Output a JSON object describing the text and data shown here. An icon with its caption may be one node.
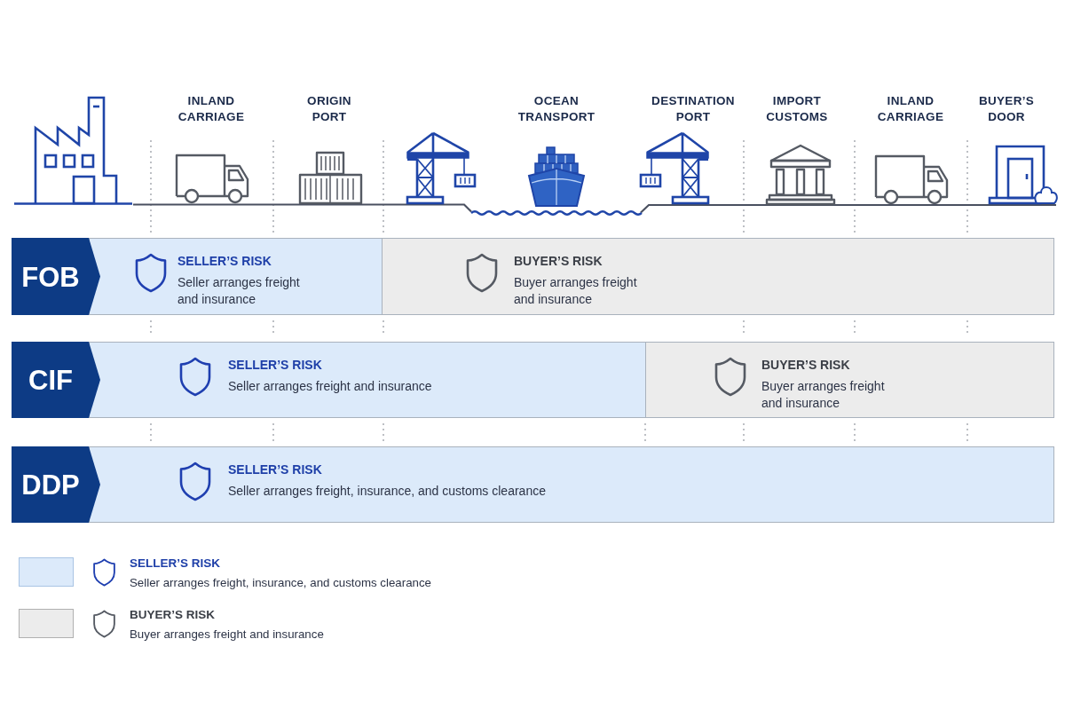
{
  "diagram": {
    "nodes": [
      {
        "text": [
          "FOB"
        ]
      },
      {
        "text": [
          "SELLER’S RISK",
          "Seller arranges freight and insurance"
        ]
      },
      {
        "text": [
          "BUYER’S RISK",
          "Buyer arranges freight and insurance"
        ]
      },
      {
        "text": [
          "CIF"
        ]
      },
      {
        "text": [
          "SELLER’S RISK",
          "Seller arranges freight and insurance"
        ]
      },
      {
        "text": [
          "BUYER’S RISK",
          "Buyer arranges freight and insurance"
        ]
      },
      {
        "text": [
          "DDP"
        ]
      },
      {
        "text": [
          "SELLER’S RISK",
          "Seller arranges freight, insurance, and customs clearance"
        ]
      }
    ],
    "labels": [
      "INLAND CARRIAGE",
      "ORIGIN PORT",
      "OCEAN TRANSPORT",
      "DESTINATION PORT",
      "IMPORT CUSTOMS",
      "INLAND CARRIAGE",
      "BUYER’S DOOR",
      "Seller arranges freight, insurance, and customs clearance",
      "Buyer arranges freight and insurance"
    ],
    "legend": [
      {
        "text": "SELLER’S RISK",
        "color": "#dceafa"
      },
      {
        "text": "BUYER’S RISK",
        "color": "#ececec"
      }
    ]
  }
}
